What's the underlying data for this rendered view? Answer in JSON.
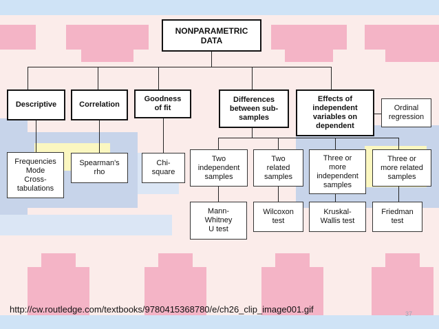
{
  "diagram": {
    "root": "NONPARAMETRIC\nDATA",
    "categories": {
      "descriptive": "Descriptive",
      "correlation": "Correlation",
      "goodness": "Goodness\nof fit",
      "differences": "Differences\nbetween sub-\nsamples",
      "effects": "Effects of\nindependent\nvariables on\ndependent"
    },
    "ordinal": "Ordinal\nregression",
    "descriptive_items": "Frequencies\nMode\nCross-\ntabulations",
    "correlation_items": "Spearman's\nrho",
    "goodness_items": "Chi-\nsquare",
    "sample_types": {
      "two_independent": "Two\nindependent\nsamples",
      "two_related": "Two\nrelated\nsamples",
      "three_independent": "Three or\nmore\nindependent\nsamples",
      "three_related": "Three or\nmore related\nsamples"
    },
    "tests": {
      "mann_whitney": "Mann-\nWhitney\nU test",
      "wilcoxon": "Wilcoxon\ntest",
      "kruskal": "Kruskal-\nWallis test",
      "friedman": "Friedman\ntest"
    }
  },
  "footer": {
    "url": "http://cw.routledge.com/textbooks/9780415368780/e/ch26_clip_image001.gif",
    "page_number": "37"
  },
  "colors": {
    "background_pink": "#fbecea",
    "pattern_pink": "#f4b4c6",
    "pattern_blue": "#c7d4ea",
    "pattern_yellow": "#fbf7c0",
    "band_blue": "#cfe3f6"
  }
}
